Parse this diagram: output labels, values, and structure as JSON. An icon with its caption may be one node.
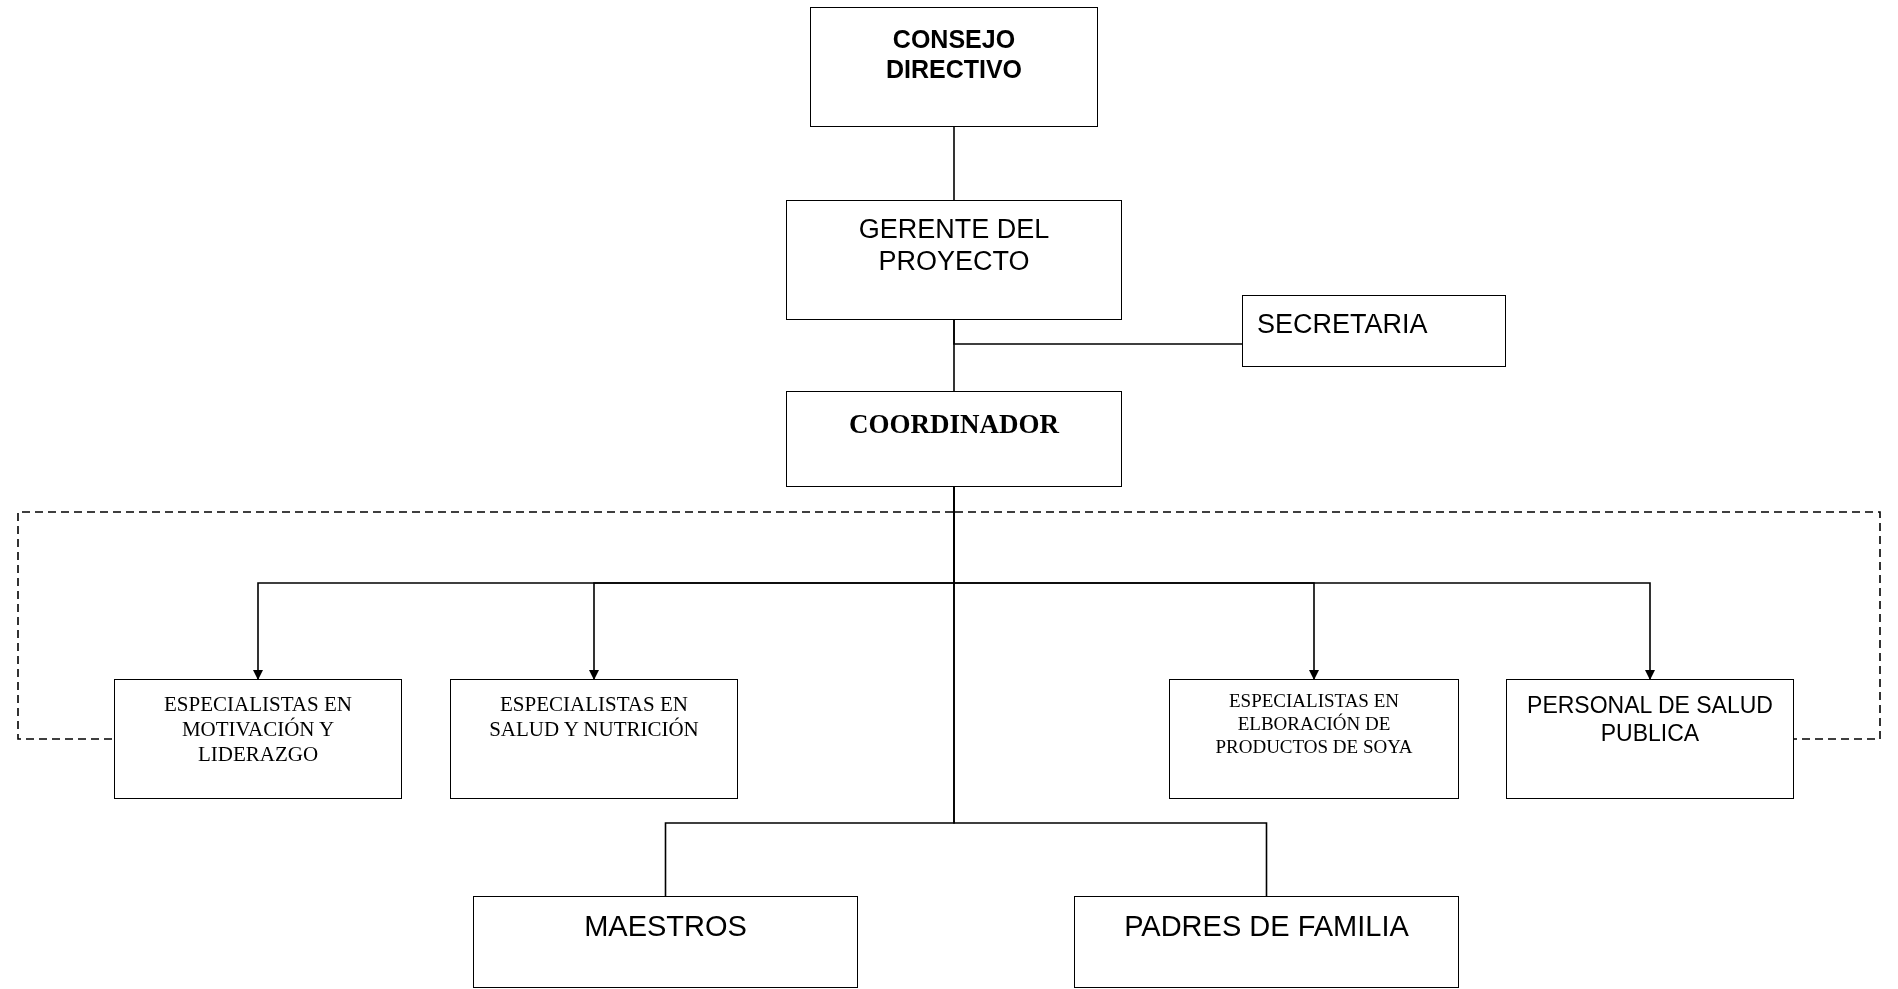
{
  "diagram": {
    "nodes": [
      {
        "text": [
          "CONSEJO DIRECTIVO"
        ]
      },
      {
        "text": [
          "GERENTE DEL PROYECTO"
        ]
      },
      {
        "text": [
          "SECRETARIA"
        ]
      },
      {
        "text": [
          "COORDINADOR"
        ]
      },
      {
        "text": [
          "ESPECIALISTAS EN MOTIVACIÓN Y LIDERAZGO"
        ]
      },
      {
        "text": [
          "ESPECIALISTAS EN SALUD Y NUTRICIÓN"
        ]
      },
      {
        "text": [
          "ESPECIALISTAS EN ELBORACIÓN DE PRODUCTOS DE SOYA"
        ]
      },
      {
        "text": [
          "PERSONAL DE SALUD PUBLICA"
        ]
      },
      {
        "text": [
          "MAESTROS"
        ]
      },
      {
        "text": [
          "PADRES DE FAMILIA"
        ]
      }
    ],
    "edges": [
      {
        "from": 0,
        "to": 1,
        "arrow": "none"
      },
      {
        "from": 1,
        "to": 3,
        "arrow": "none"
      },
      {
        "from": 1,
        "to": 2,
        "arrow": "none"
      },
      {
        "from": 3,
        "to": 4,
        "arrow": "to"
      },
      {
        "from": 3,
        "to": 5,
        "arrow": "to"
      },
      {
        "from": 3,
        "to": 6,
        "arrow": "to"
      },
      {
        "from": 3,
        "to": 7,
        "arrow": "to"
      },
      {
        "from": 3,
        "to": 8,
        "arrow": "none"
      },
      {
        "from": 3,
        "to": 9,
        "arrow": "none"
      },
      {
        "from": 3,
        "to": 4,
        "arrow": "none",
        "style": "dashed"
      },
      {
        "from": 3,
        "to": 7,
        "arrow": "none",
        "style": "dashed"
      }
    ]
  }
}
